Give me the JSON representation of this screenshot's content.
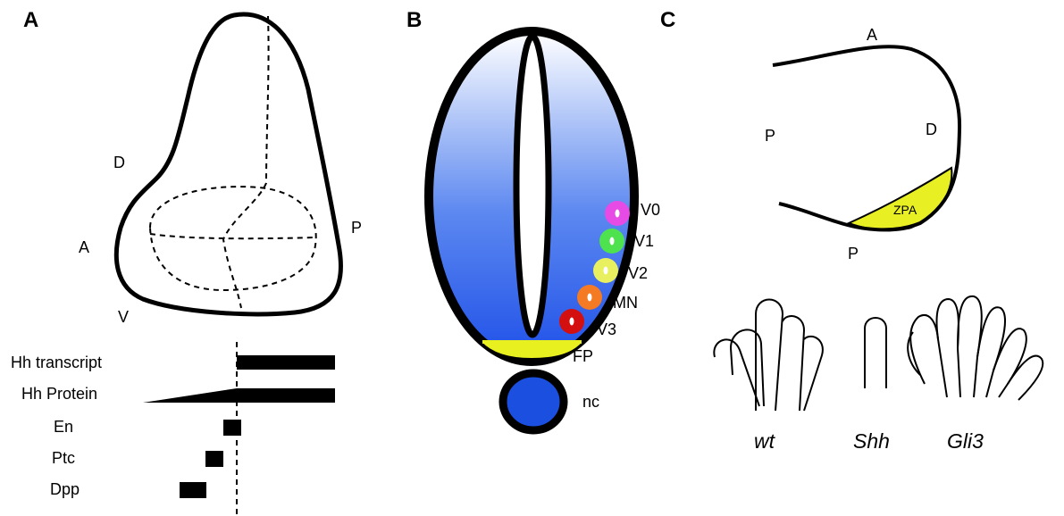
{
  "panels": {
    "a": "A",
    "b": "B",
    "c": "C"
  },
  "panel_a": {
    "axes": {
      "dorsal": "D",
      "anterior": "A",
      "posterior": "P",
      "ventral": "V"
    },
    "rows": [
      {
        "label": "Hh transcript"
      },
      {
        "label": "Hh Protein"
      },
      {
        "label": "En"
      },
      {
        "label": "Ptc"
      },
      {
        "label": "Dpp"
      }
    ]
  },
  "panel_b": {
    "domains": [
      {
        "label": "V0",
        "color": "#e64be6"
      },
      {
        "label": "V1",
        "color": "#4fe24f"
      },
      {
        "label": "V2",
        "color": "#e8f060"
      },
      {
        "label": "MN",
        "color": "#f47a23"
      },
      {
        "label": "V3",
        "color": "#d40f0f"
      }
    ],
    "floor_plate": "FP",
    "notochord": "nc",
    "colors": {
      "gradient_top": "#ffffff",
      "gradient_bottom": "#1f50e8",
      "floor_plate": "#e8f020",
      "notochord": "#1a4fe0"
    }
  },
  "panel_c": {
    "axes": {
      "anterior": "A",
      "dorsal": "D",
      "proximal": "P",
      "posterior": "P"
    },
    "zpa": "ZPA",
    "zpa_color": "#e8f024",
    "genotypes": [
      {
        "label": "wt"
      },
      {
        "label": "Shh"
      },
      {
        "label": "Gli3"
      }
    ]
  }
}
